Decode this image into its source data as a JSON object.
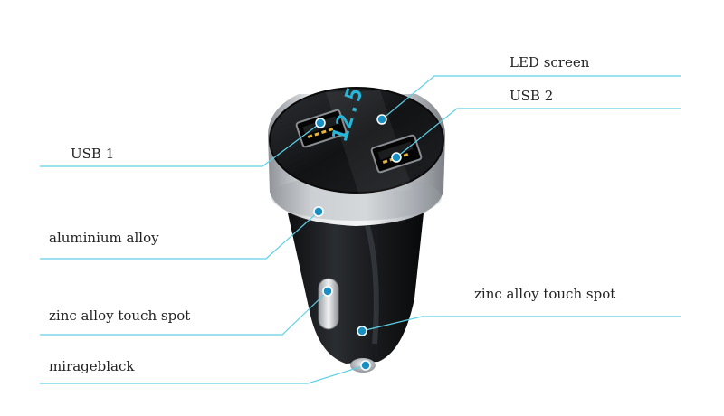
{
  "labels": {
    "led_screen": "LED screen",
    "usb2": "USB 2",
    "usb1": "USB 1",
    "aluminium": "aluminium alloy",
    "zinc_left": "zinc alloy touch spot",
    "zinc_right": "zinc alloy touch spot",
    "mirage": "mirageblack"
  },
  "display": {
    "reading": "12.5"
  },
  "colors": {
    "leader_line": "#5fd0e6",
    "marker": "#1a8fc2",
    "body_black": "#1b1d20",
    "aluminium": "#c9ccd0",
    "usb_accent": "#e5b43a",
    "led_digits": "#27b6d8"
  }
}
